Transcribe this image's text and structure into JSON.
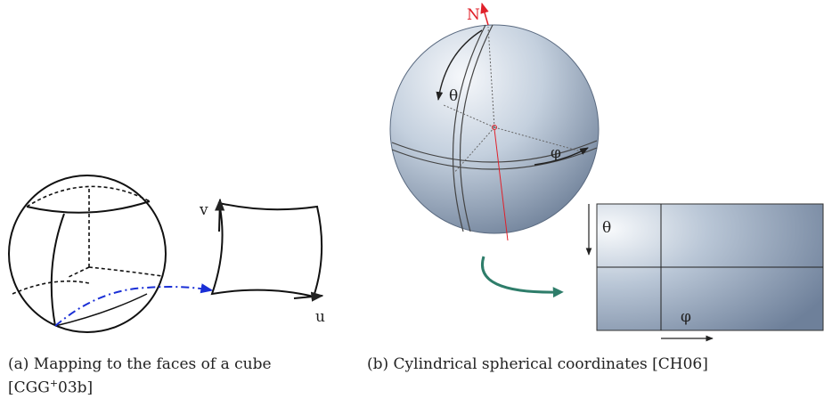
{
  "subfigure_a": {
    "label_v": "v",
    "label_u": "u",
    "caption_main": "(a) Mapping to the faces of a cube",
    "caption_ref_prefix": "[CGG",
    "caption_ref_sup": "+",
    "caption_ref_suffix": "03b]"
  },
  "subfigure_b": {
    "label_north": "N",
    "label_theta": "θ",
    "label_phi": "φ",
    "label_theta_map": "θ",
    "label_phi_map": "φ",
    "caption": "(b) Cylindrical spherical coordinates [CH06]"
  },
  "colors": {
    "blue_path": "#1a2fd6",
    "north_red": "#e0202a",
    "green_arrow": "#2e7d6a",
    "sphere_light": "#f4f7fb",
    "sphere_dark": "#6c7e98"
  }
}
